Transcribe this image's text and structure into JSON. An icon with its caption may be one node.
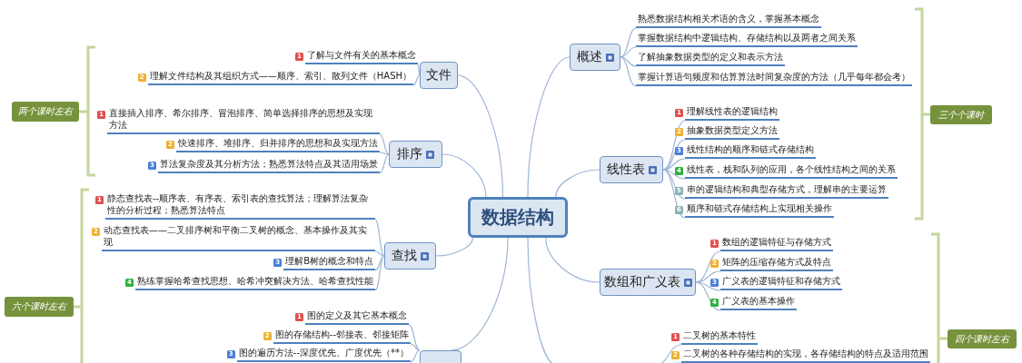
{
  "diagram": {
    "nodes": [
      {
        "text": [
          "数据结构"
        ]
      },
      {
        "text": [
          "概述"
        ]
      },
      {
        "text": [
          "熟悉数据结构相关术语的含义，掌握基本概念"
        ]
      },
      {
        "text": [
          "掌握数据结构中逻辑结构、存储结构以及两者之间关系"
        ]
      },
      {
        "text": [
          "了解抽象数据类型的定义和表示方法"
        ]
      },
      {
        "text": [
          "掌握计算语句频度和估算算法时间复杂度的方法（几乎每年都会考）"
        ]
      },
      {
        "text": [
          "线性表"
        ]
      },
      {
        "text": [
          "理解线性表的逻辑结构"
        ],
        "beside": [
          "1"
        ]
      },
      {
        "text": [
          "抽象数据类型定义方法"
        ],
        "beside": [
          "2"
        ]
      },
      {
        "text": [
          "线性结构的顺序和链式存储结构"
        ],
        "beside": [
          "3"
        ]
      },
      {
        "text": [
          "线性表，栈和队列的应用，各个线性结构之间的关系"
        ],
        "beside": [
          "4"
        ]
      },
      {
        "text": [
          "串的逻辑结构和典型存储方式，理解串的主要运算"
        ],
        "beside": [
          "5"
        ]
      },
      {
        "text": [
          "顺序和链式存储结构上实现相关操作"
        ],
        "beside": [
          "6"
        ]
      },
      {
        "text": [
          "数组和广义表"
        ]
      },
      {
        "text": [
          "数组的逻辑特征与存储方式"
        ],
        "beside": [
          "1"
        ]
      },
      {
        "text": [
          "矩阵的压缩存储方式及特点"
        ],
        "beside": [
          "2"
        ]
      },
      {
        "text": [
          "广义表的逻辑特征和存储方式"
        ],
        "beside": [
          "3"
        ]
      },
      {
        "text": [
          "广义表的基本操作"
        ],
        "beside": [
          "4"
        ]
      },
      {
        "text": [
          "文件"
        ]
      },
      {
        "text": [
          "了解与文件有关的基本概念"
        ],
        "beside": [
          "1"
        ]
      },
      {
        "text": [
          "理解文件结构及其组织方式——顺序、索引、散列文件（HASH）"
        ],
        "beside": [
          "2"
        ]
      },
      {
        "text": [
          "排序"
        ]
      },
      {
        "text": [
          "直接插入排序、希尔排序、冒泡排序、简单选择排序的思想及实现方法"
        ],
        "beside": [
          "1"
        ]
      },
      {
        "text": [
          "快速排序、堆排序、归并排序的思想和及实现方法"
        ],
        "beside": [
          "2"
        ]
      },
      {
        "text": [
          "算法复杂度及其分析方法；熟悉算法特点及其适用场景"
        ],
        "beside": [
          "3"
        ]
      },
      {
        "text": [
          "查找"
        ]
      },
      {
        "text": [
          "静态查找表--顺序表、有序表、索引表的查找算法；理解算法复杂性的分析过程；熟悉算法特点"
        ],
        "beside": [
          "1"
        ]
      },
      {
        "text": [
          "动态查找表——二叉排序树和平衡二叉树的概念、基本操作及其实现"
        ],
        "beside": [
          "2"
        ]
      },
      {
        "text": [
          "理解B树的概念和特点"
        ],
        "beside": [
          "3"
        ]
      },
      {
        "text": [
          "熟练掌握哈希查找思想、哈希冲突解决方法、哈希查找性能"
        ],
        "beside": [
          "4"
        ]
      },
      {
        "text": [],
        "shape": "box"
      },
      {
        "text": [
          "图的定义及其它基本概念"
        ],
        "beside": [
          "1"
        ]
      },
      {
        "text": [
          "图的存储结构--邻接表、邻接矩阵"
        ],
        "beside": [
          "2"
        ]
      },
      {
        "text": [
          "图的遍历方法--深度优先、广度优先（**）"
        ],
        "beside": [
          "3"
        ]
      },
      {
        "text": [
          "二叉树的基本特性"
        ],
        "beside": [
          "1"
        ]
      },
      {
        "text": [
          "二叉树的各种存储结构的实现，各存储结构的特点及适用范围"
        ],
        "beside": [
          "2"
        ]
      },
      {
        "text": [
          "两个课时左右"
        ]
      },
      {
        "text": [
          "六个课时左右"
        ]
      },
      {
        "text": [
          "三个个课时"
        ]
      },
      {
        "text": [
          "四个课时左右"
        ]
      }
    ],
    "edges": [
      {
        "from": 0,
        "to": 1,
        "arrow": "none"
      },
      {
        "from": 0,
        "to": 6,
        "arrow": "none"
      },
      {
        "from": 0,
        "to": 13,
        "arrow": "none"
      },
      {
        "from": 0,
        "to": 18,
        "arrow": "none"
      },
      {
        "from": 0,
        "to": 21,
        "arrow": "none"
      },
      {
        "from": 0,
        "to": 25,
        "arrow": "none"
      },
      {
        "from": 0,
        "to": 30,
        "arrow": "none"
      },
      {
        "from": 0,
        "to": null,
        "arrow": "none"
      },
      {
        "from": 1,
        "to": 2,
        "arrow": "none"
      },
      {
        "from": 1,
        "to": 3,
        "arrow": "none"
      },
      {
        "from": 1,
        "to": 4,
        "arrow": "none"
      },
      {
        "from": 1,
        "to": 5,
        "arrow": "none"
      },
      {
        "from": 6,
        "to": 7,
        "arrow": "none"
      },
      {
        "from": 6,
        "to": 8,
        "arrow": "none"
      },
      {
        "from": 6,
        "to": 9,
        "arrow": "none"
      },
      {
        "from": 6,
        "to": 10,
        "arrow": "none"
      },
      {
        "from": 6,
        "to": 11,
        "arrow": "none"
      },
      {
        "from": 6,
        "to": 12,
        "arrow": "none"
      },
      {
        "from": 13,
        "to": 14,
        "arrow": "none"
      },
      {
        "from": 13,
        "to": 15,
        "arrow": "none"
      },
      {
        "from": 13,
        "to": 16,
        "arrow": "none"
      },
      {
        "from": 13,
        "to": 17,
        "arrow": "none"
      },
      {
        "from": 18,
        "to": 19,
        "arrow": "none"
      },
      {
        "from": 18,
        "to": 20,
        "arrow": "none"
      },
      {
        "from": 21,
        "to": 22,
        "arrow": "none"
      },
      {
        "from": 21,
        "to": 23,
        "arrow": "none"
      },
      {
        "from": 21,
        "to": 24,
        "arrow": "none"
      },
      {
        "from": 25,
        "to": 26,
        "arrow": "none"
      },
      {
        "from": 25,
        "to": 27,
        "arrow": "none"
      },
      {
        "from": 25,
        "to": 28,
        "arrow": "none"
      },
      {
        "from": 25,
        "to": 29,
        "arrow": "none"
      },
      {
        "from": 30,
        "to": 31,
        "arrow": "none"
      },
      {
        "from": 30,
        "to": 32,
        "arrow": "none"
      },
      {
        "from": 30,
        "to": 33,
        "arrow": "none"
      },
      {
        "from": null,
        "to": 34,
        "arrow": "none"
      },
      {
        "from": null,
        "to": 35,
        "arrow": "none"
      }
    ]
  }
}
